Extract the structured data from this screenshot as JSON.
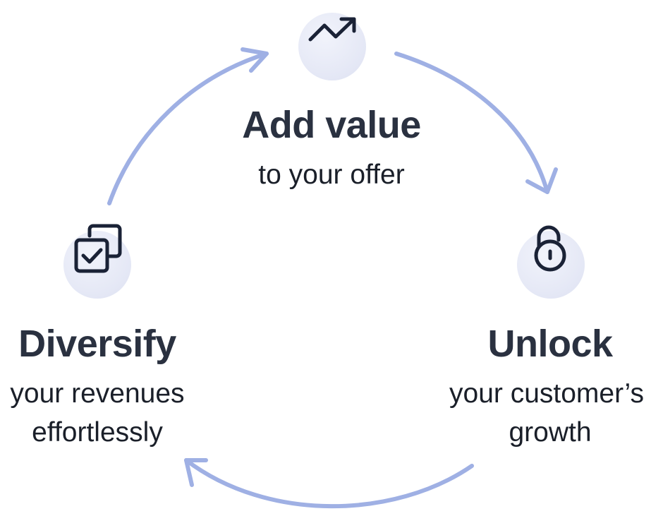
{
  "nodes": {
    "add_value": {
      "title": "Add value",
      "subtitle": "to your offer",
      "icon": "trending-up-icon"
    },
    "unlock": {
      "title": "Unlock",
      "subtitle_line1": "your customer’s",
      "subtitle_line2": "growth",
      "icon": "unlocked-padlock-icon"
    },
    "diversify": {
      "title": "Diversify",
      "subtitle_line1": "your revenues",
      "subtitle_line2": "effortlessly",
      "icon": "copy-checkbox-icon"
    }
  },
  "colors": {
    "arrow": "#9fb0e4",
    "icon": "#1a2236",
    "title": "#2a3140",
    "subtitle": "#1a1f29",
    "circle": "#e6e9f6"
  }
}
